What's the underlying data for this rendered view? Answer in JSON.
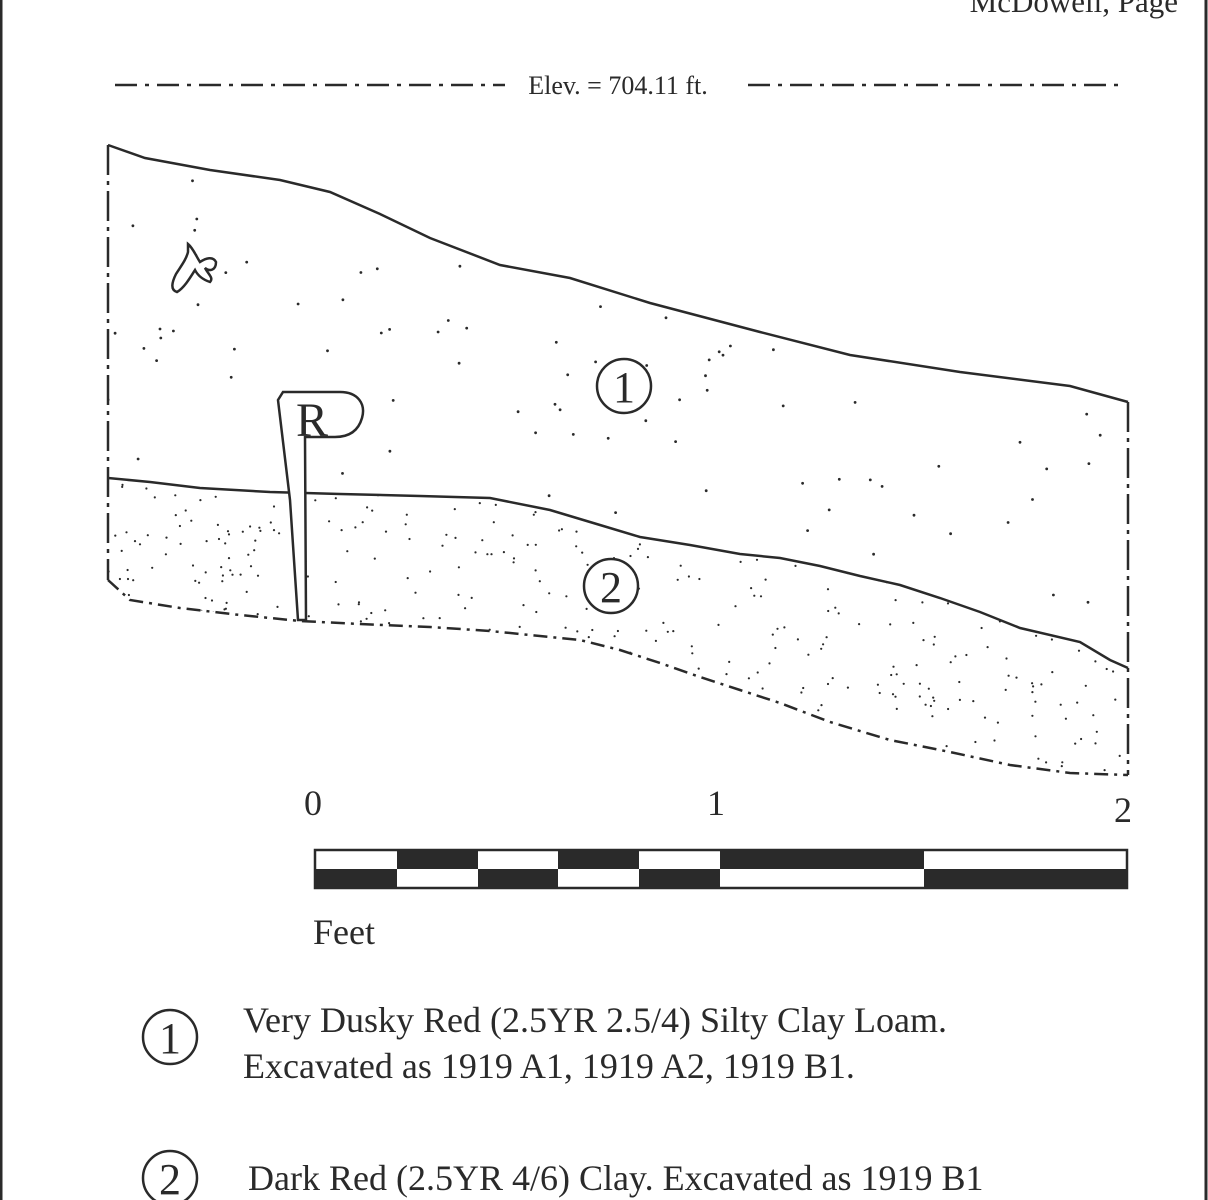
{
  "header": {
    "text": "McDowell, Page"
  },
  "elevation": {
    "label": "Elev. = 704.11 ft."
  },
  "profile": {
    "sample_marker": "R",
    "layers": [
      {
        "number": "1"
      },
      {
        "number": "2"
      }
    ]
  },
  "scale": {
    "ticks": [
      "0",
      "1",
      "2"
    ],
    "units": "Feet"
  },
  "legend": [
    {
      "number": "1",
      "lines": [
        "Very Dusky Red (2.5YR 2.5/4) Silty Clay Loam.",
        "Excavated as 1919 A1, 1919 A2, 1919 B1."
      ]
    },
    {
      "number": "2",
      "lines": [
        "Dark Red (2.5YR 4/6) Clay.  Excavated as 1919 B1"
      ]
    }
  ],
  "colors": {
    "ink": "#2a2a2a",
    "paper": "#ffffff"
  }
}
